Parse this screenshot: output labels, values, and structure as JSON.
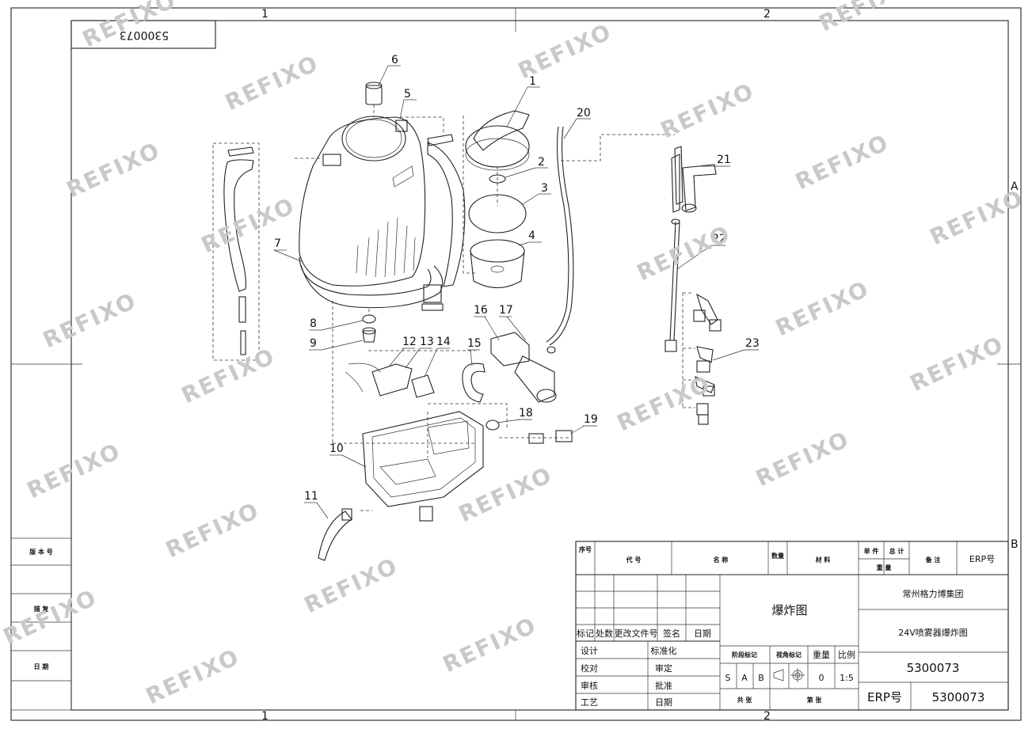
{
  "drawing": {
    "code_box": "5300073",
    "border_columns": [
      "1",
      "2"
    ],
    "border_rows": [
      "A",
      "B"
    ],
    "part_numbers": [
      "1",
      "2",
      "3",
      "4",
      "5",
      "6",
      "7",
      "8",
      "9",
      "10",
      "11",
      "12",
      "13",
      "14",
      "15",
      "16",
      "17",
      "18",
      "19",
      "20",
      "21",
      "22",
      "23"
    ],
    "watermark": "REFIXO"
  },
  "left_strip": {
    "version": "版 本 号",
    "trace": "描  复",
    "date": "日  期"
  },
  "title_block": {
    "headers": {
      "seq": "序号",
      "code": "代  号",
      "name": "名  称",
      "qty": "数量",
      "material": "材  料",
      "unit_weight_top": "单 件",
      "total_weight_top": "总 计",
      "weight": "重  量",
      "remark": "备  注",
      "erp": "ERP号"
    },
    "rev_labels": [
      "标记",
      "处数",
      "更改文件号",
      "签名",
      "日期"
    ],
    "sign_left": [
      "设计",
      "校对",
      "审核",
      "工艺"
    ],
    "sign_mid": [
      "标准化",
      "审定",
      "批准",
      "日期"
    ],
    "drawing_name": "爆炸图",
    "stage_mark": "阶段标记",
    "view_mark": "视角标记",
    "weight_label": "重量",
    "scale_label": "比例",
    "stage_values": [
      "S",
      "A",
      "B"
    ],
    "weight_value": "0",
    "scale_value": "1:5",
    "total_sheets": "共    张",
    "sheet_no": "第    张",
    "company": "常州格力博集团",
    "product": "24V喷雾器爆炸图",
    "part_number": "5300073",
    "erp_label": "ERP号",
    "erp_value": "5300073"
  }
}
